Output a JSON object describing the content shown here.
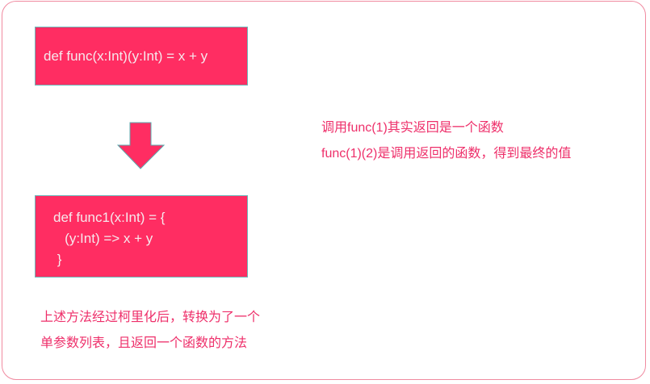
{
  "code_before": "def func(x:Int)(y:Int) = x + y",
  "code_after": [
    "def func1(x:Int) = {",
    "   (y:Int) => x + y",
    " }"
  ],
  "notes_right": [
    "调用func(1)其实返回是一个函数",
    "func(1)(2)是调用返回的函数，得到最终的值"
  ],
  "notes_bottom": [
    "上述方法经过柯里化后，转换为了一个",
    "单参数列表，且返回一个函数的方法"
  ],
  "colors": {
    "box": "#ff2d62",
    "text": "#ee2f6a",
    "border": "#f08aa0"
  }
}
